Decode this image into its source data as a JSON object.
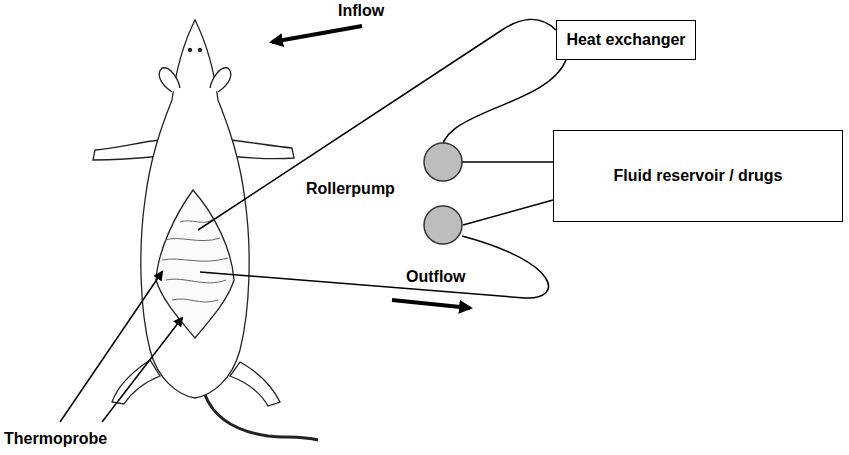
{
  "diagram": {
    "nodes": [
      {
        "text": [
          "Heat exchanger"
        ]
      },
      {
        "text": [
          "Fluid reservoir / drugs"
        ]
      }
    ],
    "edges": [
      {
        "from": 1,
        "to": 0,
        "arrow": "none"
      }
    ],
    "labels": [
      "Inflow",
      "Rollerpump",
      "Outflow",
      "Thermoprobe"
    ]
  }
}
